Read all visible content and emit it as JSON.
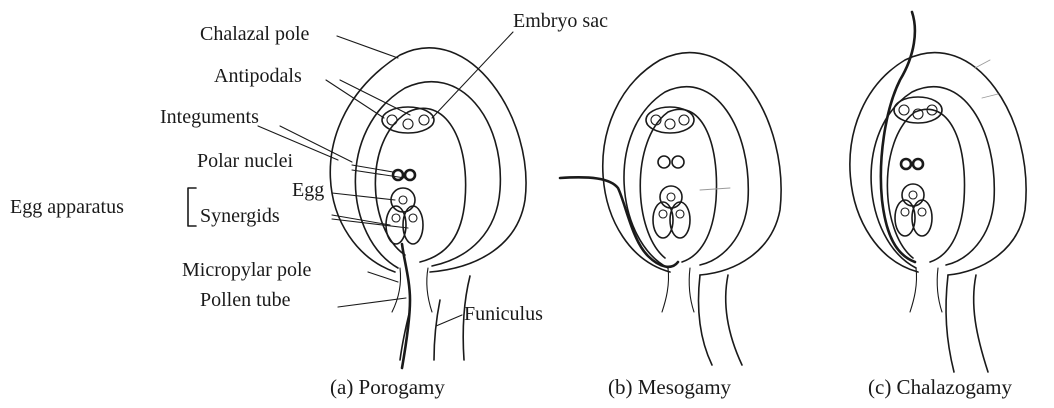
{
  "labels": {
    "embryo_sac": "Embryo sac",
    "chalazal_pole": "Chalazal pole",
    "antipodals": "Antipodals",
    "integuments": "Integuments",
    "polar_nuclei": "Polar nuclei",
    "egg": "Egg",
    "egg_apparatus": "Egg apparatus",
    "synergids": "Synergids",
    "micropylar_pole": "Micropylar pole",
    "pollen_tube": "Pollen tube",
    "funiculus": "Funiculus"
  },
  "captions": {
    "a": "(a) Porogamy",
    "b": "(b) Mesogamy",
    "c": "(c) Chalazogamy"
  }
}
